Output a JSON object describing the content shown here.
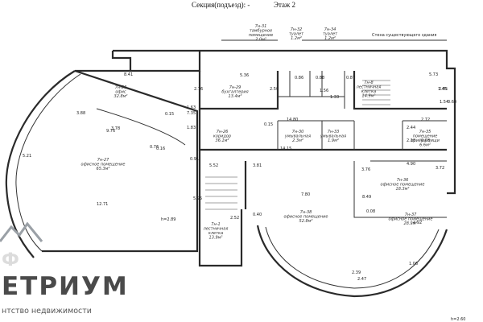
{
  "header": {
    "section": "Секция(подъезд): -",
    "floor": "Этаж 2"
  },
  "watermark": "Ф",
  "logo": {
    "name": "ЕТРИУМ",
    "subtitle": "нтство недвижимости"
  },
  "rooms": [
    {
      "id": "r31",
      "lines": [
        "7н-31",
        "тамбурное",
        "помещение",
        "2.0м²"
      ]
    },
    {
      "id": "r32",
      "lines": [
        "7н-32",
        "туалет",
        "1.2м²"
      ]
    },
    {
      "id": "r34",
      "lines": [
        "7н-34",
        "туалет",
        "1.2м²"
      ]
    },
    {
      "id": "r28",
      "lines": [
        "7н-28",
        "офис",
        "32.8м²"
      ]
    },
    {
      "id": "r29",
      "lines": [
        "7н-29",
        "бухгалтерия",
        "13.4м²"
      ]
    },
    {
      "id": "r8",
      "lines": [
        "7н-8",
        "лестничная",
        "клетка",
        "14.9м²"
      ]
    },
    {
      "id": "r26",
      "lines": [
        "7н-26",
        "коридор",
        "36.1м²"
      ]
    },
    {
      "id": "r30",
      "lines": [
        "7н-30",
        "умывальная",
        "2.3м²"
      ]
    },
    {
      "id": "r33",
      "lines": [
        "7н-33",
        "умывальная",
        "1.9м²"
      ]
    },
    {
      "id": "r35",
      "lines": [
        "7н-35",
        "помещение",
        "приёма пищи",
        "6.6м²"
      ]
    },
    {
      "id": "r27",
      "lines": [
        "7н-27",
        "офисное помещение",
        "65.3м²"
      ]
    },
    {
      "id": "r36",
      "lines": [
        "7н-36",
        "офисное помещение",
        "18.3м²"
      ]
    },
    {
      "id": "r38",
      "lines": [
        "7н-38",
        "офисное помещение",
        "52.8м²"
      ]
    },
    {
      "id": "r1",
      "lines": [
        "7н-1",
        "лестничная",
        "клетка",
        "13.9м²"
      ]
    },
    {
      "id": "r37",
      "lines": [
        "7н-37",
        "офисное помещение",
        "28.9м²"
      ]
    }
  ],
  "annotations": {
    "existing_wall": "Стена существующего здания",
    "height": "h=2.89",
    "height_bottom": "h=2.60"
  },
  "dimensions": [
    "8.41",
    "2.76",
    "5.36",
    "2.50",
    "0.86",
    "0.88",
    "1.56",
    "1.33",
    "0.87",
    "1.54",
    "1.45",
    "5.73",
    "2.45",
    "0.64",
    "3.88",
    "7.35",
    "1.63",
    "0.15",
    "1.83",
    "14.80",
    "2.72",
    "2.44",
    "2.10",
    "9.76",
    "3.78",
    "0.16",
    "0.76",
    "14.15",
    "0.08",
    "5.21",
    "0.91",
    "5.52",
    "3.81",
    "4.90",
    "3.72",
    "3.76",
    "5.95",
    "7.80",
    "12.71",
    "0.40",
    "8.49",
    "0.08",
    "4.92",
    "2.52",
    "0.15",
    "2.39",
    "2.47",
    "1.06"
  ]
}
